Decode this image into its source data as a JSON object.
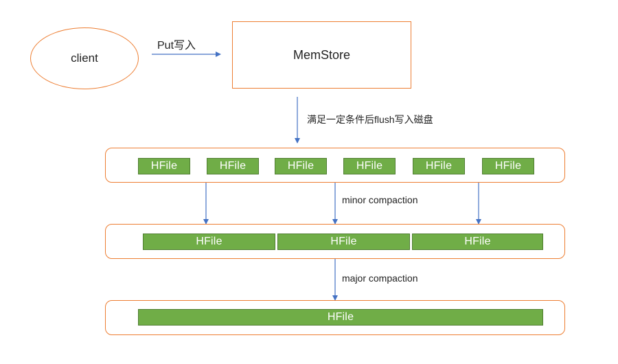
{
  "client_label": "client",
  "put_label": "Put写入",
  "memstore_label": "MemStore",
  "flush_label": "满足一定条件后flush写入磁盘",
  "minor_label": "minor compaction",
  "major_label": "major compaction",
  "tier1": {
    "files": [
      "HFile",
      "HFile",
      "HFile",
      "HFile",
      "HFile",
      "HFile"
    ]
  },
  "tier2": {
    "files": [
      "HFile",
      "HFile",
      "HFile"
    ]
  },
  "tier3": {
    "files": [
      "HFile"
    ]
  },
  "colors": {
    "border_orange": "#ed7d31",
    "hfile_green": "#70ad47",
    "arrow_blue": "#4472c4"
  }
}
